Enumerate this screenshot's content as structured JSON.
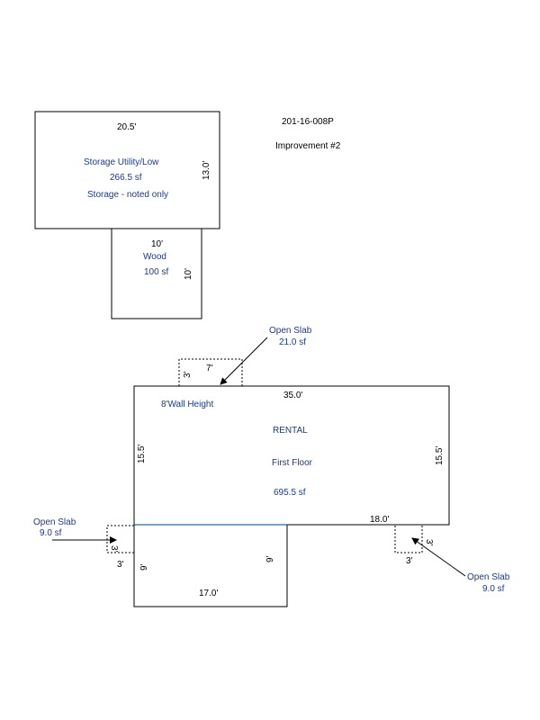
{
  "header": {
    "parcel_id": "201-16-008P",
    "improvement": "Improvement #2"
  },
  "storage": {
    "width": "20.5'",
    "depth": "13.0'",
    "name": "Storage Utility/Low",
    "area": "266.5 sf",
    "note": "Storage - noted only"
  },
  "wood": {
    "width": "10'",
    "name": "Wood",
    "area": "100 sf",
    "depth": "10'"
  },
  "rental": {
    "wall_height": "8'Wall Height",
    "top": "35.0'",
    "left": "15.5'",
    "right": "15.5'",
    "name": "RENTAL",
    "floor": "First Floor",
    "area": "695.5 sf",
    "bottom_right": "18.0'"
  },
  "lower_section": {
    "bottom": "17.0'",
    "left": "9'",
    "right": "9'"
  },
  "slab_top": {
    "label": "Open Slab",
    "area": "21.0 sf",
    "width": "7'",
    "depth": "3'"
  },
  "slab_left": {
    "label": "Open Slab",
    "area": "9.0 sf",
    "depth": "3'",
    "width": "3'"
  },
  "slab_right": {
    "label": "Open Slab",
    "area": "9.0 sf",
    "depth": "3'",
    "width": "3'"
  },
  "colors": {
    "label_blue": "#1a3a8a",
    "line": "#000000"
  }
}
